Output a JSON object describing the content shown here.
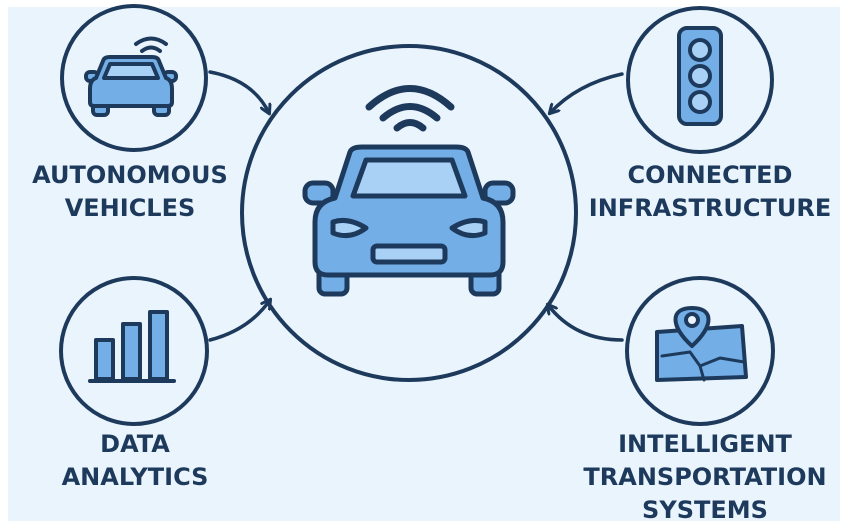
{
  "colors": {
    "background": "#eaf4fc",
    "outline": "#1d3a5c",
    "fill_blue": "#73aee6",
    "text": "#1d3a5c"
  },
  "center": {
    "name": "connected car",
    "icons": [
      "car-icon",
      "wireless-signal-icon"
    ]
  },
  "nodes": {
    "autonomous_vehicles": {
      "icon": "car-with-signal-icon",
      "label_line1": "AUTONOMOUS",
      "label_line2": "VEHICLES"
    },
    "connected_infrastructure": {
      "icon": "traffic-light-icon",
      "label_line1": "CONNECTED",
      "label_line2": "INFRASTRUCTURE"
    },
    "data_analytics": {
      "icon": "bar-chart-icon",
      "label_line1": "DATA",
      "label_line2": "ANALYTICS"
    },
    "intelligent_transportation_systems": {
      "icon": "map-pin-icon",
      "label_line1": "INTELLIGENT",
      "label_line2": "TRANSPORTATION",
      "label_line3": "SYSTEMS"
    }
  }
}
